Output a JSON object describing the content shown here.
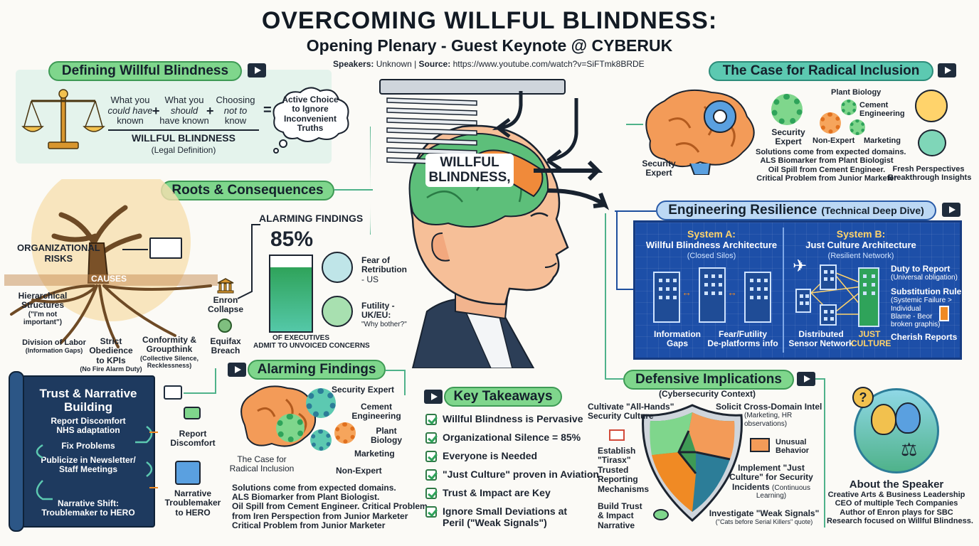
{
  "header": {
    "title": "OVERCOMING WILLFUL BLINDNESS:",
    "subtitle": "Opening Plenary - Guest Keynote @ CYBERUK",
    "speakers_label": "Speakers:",
    "speakers_value": "Unknown",
    "source_label": "Source:",
    "source_value": "https://www.youtube.com/watch?v=SiFTmk8BRDE"
  },
  "defining": {
    "title": "Defining Willful Blindness",
    "term1_a": "What you",
    "term1_b": "could have",
    "term1_c": "known",
    "term2_a": "What you",
    "term2_b": "should",
    "term2_c": "have known",
    "term3_a": "Choosing",
    "term3_b": "not to",
    "term3_c": "know",
    "plus": "+",
    "equals": "=",
    "result": "WILLFUL BLINDNESS",
    "result_sub": "(Legal Definition)",
    "cloud_1": "Active Choice",
    "cloud_2": "to Ignore",
    "cloud_3": "Inconvenient",
    "cloud_4": "Truths"
  },
  "center": {
    "head_label_1": "WILLFUL",
    "head_label_2": "BLINDNESS,"
  },
  "roots": {
    "title": "Roots & Consequences",
    "org_risks_1": "ORGANIZATIONAL",
    "org_risks_2": "RISKS",
    "causes": "CAUSES",
    "hier_1": "Hierarchical",
    "hier_2": "Structures",
    "hier_3": "(\"I'm not",
    "hier_4": "important\")",
    "div_1": "Division of Labor",
    "div_2": "(Information Gaps)",
    "strict_1": "Strict",
    "strict_2": "Obedience",
    "strict_3": "to KPIs",
    "strict_4": "(No Fire Alarm Duty)",
    "conf_1": "Conformity &",
    "conf_2": "Groupthink",
    "conf_3": "(Collective Silence,",
    "conf_4": "Recklessness)",
    "enron_1": "Enron",
    "enron_2": "Collapse",
    "equifax_1": "Equifax",
    "equifax_2": "Breach",
    "findings_title": "ALARMING FINDINGS",
    "percent": "85%",
    "percent_value": 85,
    "bar_caption_1": "OF EXECUTIVES",
    "bar_caption_2": "ADMIT TO UNVOICED CONCERNS",
    "fear_1": "Fear of",
    "fear_2": "Retribution",
    "fear_3": "- US",
    "futility_1": "Futility -",
    "futility_2": "UK/EU:",
    "futility_3": "\"Why bother?\""
  },
  "inclusion": {
    "title": "The Case for Radical Inclusion",
    "plant": "Plant Biology",
    "cement_1": "Cement",
    "cement_2": "Engineering",
    "security_1": "Security",
    "security_2": "Expert",
    "nonexpert": "Non-Expert",
    "marketing": "Marketing",
    "brain_label_1": "Security",
    "brain_label_2": "Expert",
    "line1": "Solutions come from expected domains.",
    "line2": "ALS Biomarker from Plant Biologist",
    "line3": "Oil Spill from Cement Engineer.",
    "line4": "Critical Problem from Junior Marketer",
    "fresh_1": "Fresh Perspectives",
    "fresh_2": "Breakthrough Insights"
  },
  "resilience": {
    "title": "Engineering Resilience",
    "title_sub": "(Technical Deep Dive)",
    "sysA_title": "System A:",
    "sysA_sub": "Willful Blindness Architecture",
    "sysA_paren": "(Closed Silos)",
    "sysA_info_1": "Information",
    "sysA_info_2": "Gaps",
    "sysA_fear_1": "Fear/Futility",
    "sysA_fear_2": "De-platforms info",
    "sysB_title": "System B:",
    "sysB_sub": "Just Culture Architecture",
    "sysB_paren": "(Resilient Network)",
    "duty_1": "Duty to Report",
    "duty_2": "(Universal obligation)",
    "subst_1": "Substitution Rule",
    "subst_2": "(Systemic Failure >",
    "subst_3": "Individual",
    "subst_4": "Blame - Beor",
    "subst_5": "broken graphis)",
    "distributed_1": "Distributed",
    "distributed_2": "Sensor Network",
    "just_1": "JUST",
    "just_2": "CULTURE",
    "cherish": "Cherish Reports"
  },
  "trust": {
    "title_1": "Trust & Narrative",
    "title_2": "Building",
    "s1_1": "Report Discomfort",
    "s1_2": "NHS adaptation",
    "s2": "Fix Problems",
    "s3_1": "Publicize in Newsletter/",
    "s3_2": "Staff Meetings",
    "s4_1": "Narrative Shift:",
    "s4_2": "Troublemaker to HERO",
    "side1_1": "Report",
    "side1_2": "Discomfort",
    "side2_1": "Narrative",
    "side2_2": "Troublemaker",
    "side2_3": "to HERO"
  },
  "alarming": {
    "title": "Alarming Findings",
    "security": "Security Expert",
    "cement_1": "Cement",
    "cement_2": "Engineering",
    "plant_1": "Plant",
    "plant_2": "Biology",
    "marketing": "Marketing",
    "nonexpert": "Non-Expert",
    "case_1": "The Case for",
    "case_2": "Radical Inclusion",
    "p1": "Solutions come from expected domains.",
    "p2": "ALS Biomarker from Plant Biologist.",
    "p3": "Oil Spill from Cement Engineer. Critical Problem",
    "p4": "from Iren Perspection from Junior Marketer",
    "p5": "Critical Problem  from Junior Marketer"
  },
  "takeaways": {
    "title": "Key Takeaways",
    "items": [
      "Willful Blindness is Pervasive",
      "Organizational Silence = 85%",
      "Everyone is Needed",
      "\"Just Culture\" proven in Aviation",
      "Trust & Impact are Key",
      "Ignore Small Deviations at"
    ],
    "last_line2": "Peril (\"Weak Signals\")"
  },
  "defensive": {
    "title": "Defensive Implications",
    "sub": "(Cybersecurity Context)",
    "cult_1": "Cultivate \"All-Hands\"",
    "cult_2": "Security Culture",
    "solicit_1": "Solicit Cross-Domain Intel",
    "solicit_2": "(Marketing, HR",
    "solicit_3": "observations)",
    "est_1": "Establish",
    "est_2": "\"Tirasx\"",
    "est_3": "Trusted",
    "est_4": "Reporting",
    "est_5": "Mechanisms",
    "unusual_1": "Unusual",
    "unusual_2": "Behavior",
    "impl_1": "Implement \"Just",
    "impl_2": "Culture\" for Security",
    "impl_3": "Incidents",
    "impl_4": "(Continuous",
    "impl_5": "Learning)",
    "build_1": "Build Trust",
    "build_2": "& Impact",
    "build_3": "Narrative",
    "inv_1": "Investigate \"Weak Signals\"",
    "inv_2": "(\"Cats before Serial Killers\" quote)"
  },
  "speaker": {
    "question": "?",
    "title": "About the Speaker",
    "l1": "Creative Arts & Business Leadership",
    "l2": "CEO of multiple Tech Companies",
    "l3": "Author of Enron plays for SBC",
    "l4": "Research focused on Willful Blindness."
  },
  "colors": {
    "green_pill": "#7fd68c",
    "teal_pill": "#5cc9b1",
    "blue_panel": "#1d4fa8",
    "navy": "#1e3a5f",
    "orange": "#f08a24"
  }
}
